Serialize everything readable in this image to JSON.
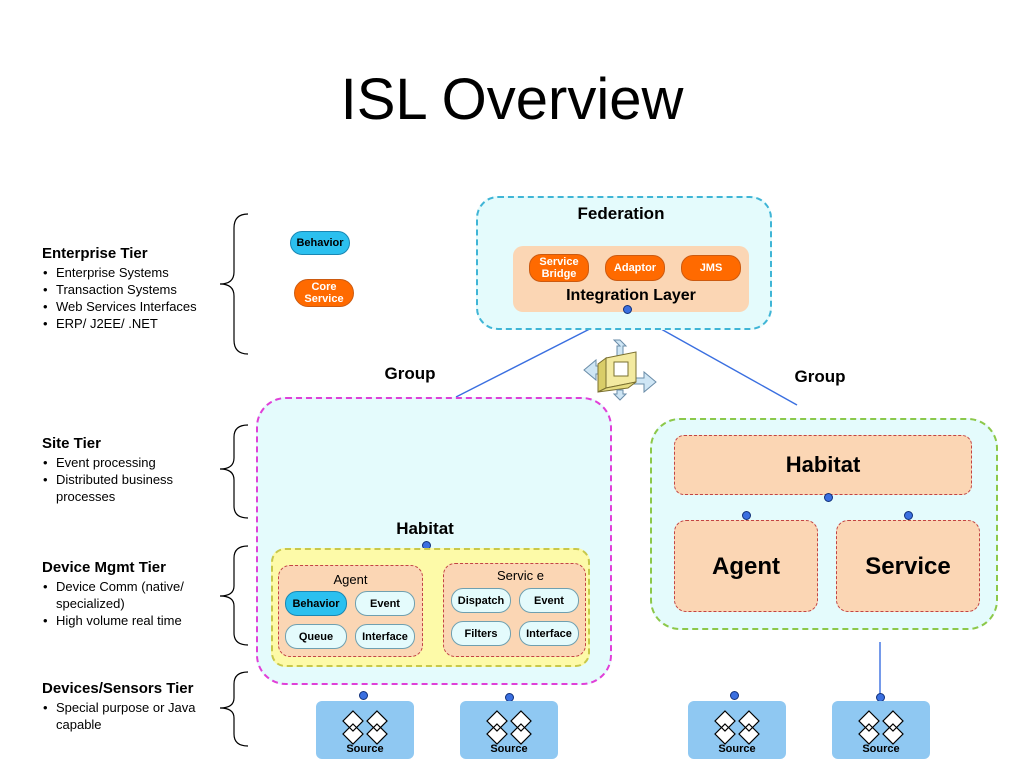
{
  "title": "ISL Overview",
  "tiers": [
    {
      "heading": "Enterprise Tier",
      "items": [
        "Enterprise Systems",
        "Transaction Systems",
        "Web Services Interfaces",
        "ERP/ J2EE/ .NET"
      ]
    },
    {
      "heading": "Site Tier",
      "items": [
        "Event processing",
        "Distributed business processes"
      ]
    },
    {
      "heading": "Device Mgmt Tier",
      "items": [
        "Device Comm (native/ specialized)",
        "High volume real time"
      ]
    },
    {
      "heading": "Devices/Sensors Tier",
      "items": [
        "Special purpose or Java capable"
      ]
    }
  ],
  "legend": {
    "behavior": "Behavior",
    "core_service": "Core Service"
  },
  "federation": {
    "label": "Federation",
    "integration_layer": "Integration Layer",
    "service_bridge": "Service Bridge",
    "adaptor": "Adaptor",
    "jms": "JMS"
  },
  "group_left": {
    "label": "Group",
    "habitat": "Habitat",
    "agent": {
      "label": "Agent",
      "behavior": "Behavior",
      "event": "Event",
      "queue": "Queue",
      "interface": "Interface"
    },
    "service": {
      "label": "Servic e",
      "dispatch": "Dispatch",
      "event": "Event",
      "filters": "Filters",
      "interface": "Interface"
    }
  },
  "group_right": {
    "label": "Group",
    "habitat": "Habitat",
    "agent": "Agent",
    "service": "Service"
  },
  "sources": [
    "Source",
    "Source",
    "Source",
    "Source"
  ],
  "colors": {
    "orange": "#ff6a00",
    "cyan": "#2bc0ef",
    "peach": "#fbd6b4",
    "light_cyan": "#e4fbfc",
    "source_blue": "#8fc8f2",
    "link_blue": "#3a6fe0"
  }
}
